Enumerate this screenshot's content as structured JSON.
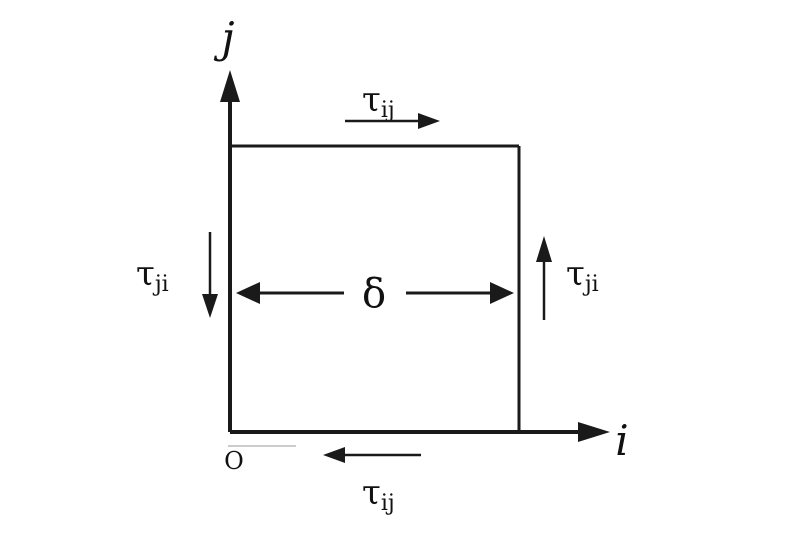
{
  "axes": {
    "vertical_label": "j",
    "horizontal_label": "i",
    "origin_label": "O"
  },
  "stresses": {
    "top": {
      "symbol": "τ",
      "subscript": "ij",
      "direction": "right"
    },
    "bottom": {
      "symbol": "τ",
      "subscript": "ij",
      "direction": "left"
    },
    "left": {
      "symbol": "τ",
      "subscript": "ji",
      "direction": "down"
    },
    "right": {
      "symbol": "τ",
      "subscript": "ji",
      "direction": "up"
    }
  },
  "dimension": {
    "label": "δ"
  },
  "colors": {
    "line": "#1a1a1a",
    "background": "#ffffff"
  }
}
